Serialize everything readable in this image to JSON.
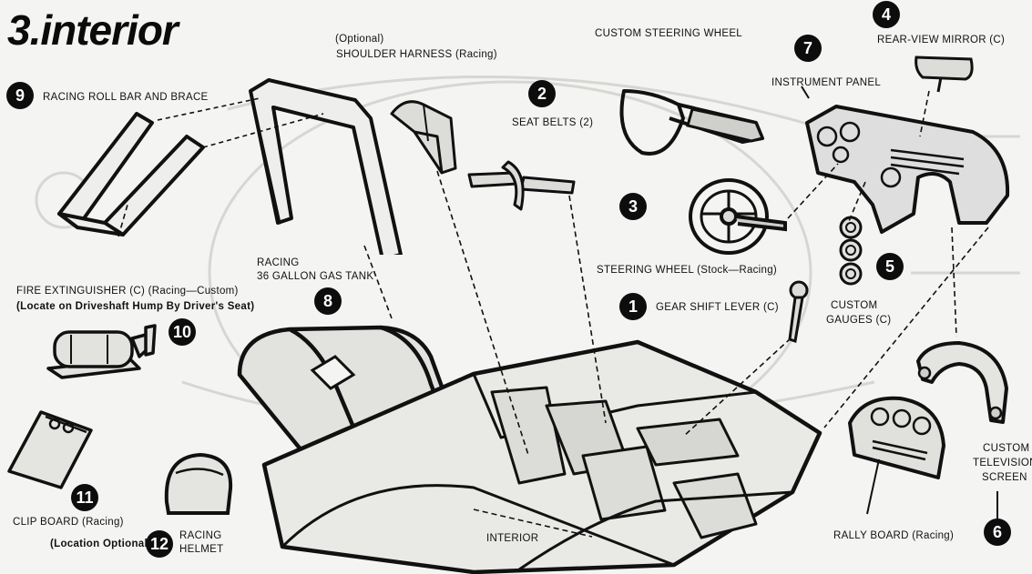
{
  "title": "3.interior",
  "parts": {
    "p1": {
      "number": "1",
      "name": "GEAR SHIFT LEVER (C)"
    },
    "p2": {
      "number": "2",
      "name": "SEAT BELTS (2)"
    },
    "p3": {
      "number": "3",
      "name": "STEERING WHEEL (Stock—Racing)",
      "extra": "CUSTOM STEERING WHEEL"
    },
    "p4": {
      "number": "4",
      "name": "REAR-VIEW MIRROR (C)"
    },
    "p5": {
      "number": "5",
      "name_line1": "CUSTOM",
      "name_line2": "GAUGES (C)"
    },
    "p6": {
      "number": "6",
      "name_line1": "CUSTOM",
      "name_line2": "TELEVISION",
      "name_line3": "SCREEN",
      "extra": "RALLY BOARD (Racing)"
    },
    "p7": {
      "number": "7",
      "name": "INSTRUMENT PANEL"
    },
    "p8": {
      "number": "8",
      "name_line1": "RACING",
      "name_line2": "36 GALLON GAS TANK"
    },
    "p9": {
      "number": "9",
      "name": "RACING ROLL BAR AND BRACE"
    },
    "p10": {
      "number": "10",
      "name": "FIRE EXTINGUISHER (C) (Racing—Custom)",
      "note": "(Locate on Driveshaft Hump By Driver's Seat)"
    },
    "p11": {
      "number": "11",
      "name": "CLIP BOARD (Racing)",
      "note": "(Location Optional)"
    },
    "p12": {
      "number": "12",
      "name_line1": "RACING",
      "name_line2": "HELMET"
    },
    "harness": {
      "opt": "(Optional)",
      "name": "SHOULDER HARNESS (Racing)"
    },
    "interior": {
      "name": "INTERIOR"
    }
  },
  "colors": {
    "ink": "#111111",
    "paper": "#f4f4f2",
    "part_fill": "#e6e6e3",
    "ghost": "#d2d2cf"
  },
  "icons": [
    "roll-bar-icon",
    "shoulder-harness-icon",
    "seat-belt-icon",
    "steering-wheel-icon",
    "rear-view-mirror-icon",
    "instrument-panel-icon",
    "gauge-icon",
    "gear-shift-icon",
    "fire-extinguisher-icon",
    "gas-tank-icon",
    "clip-board-icon",
    "helmet-icon",
    "rally-board-icon",
    "television-screen-icon",
    "interior-tub-icon"
  ]
}
